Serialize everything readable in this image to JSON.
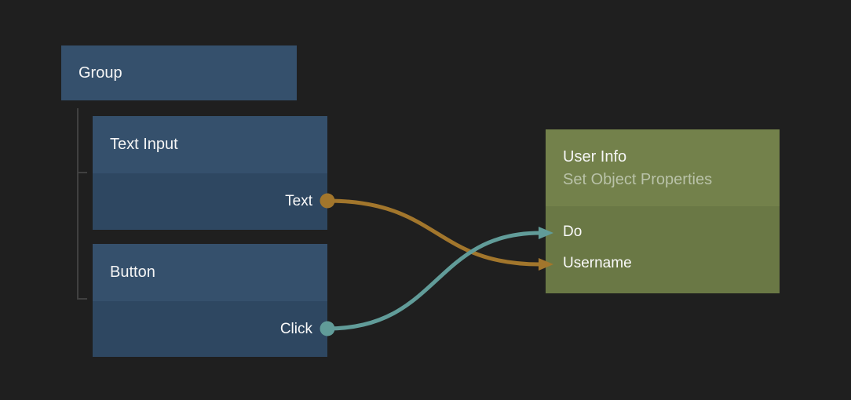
{
  "canvas": {
    "background": "#1f1f1f"
  },
  "colors": {
    "blue_header": "#35506c",
    "blue_body": "#2e4761",
    "olive_header": "#73814b",
    "olive_body": "#6a7845",
    "wire_orange": "#a2762c",
    "wire_teal": "#619c99",
    "tree_line": "#404040",
    "title_text": "#f5f5f5",
    "subtitle_text": "#b9c2a8"
  },
  "graph": {
    "group": {
      "label": "Group"
    },
    "nodes": {
      "text_input": {
        "title": "Text Input",
        "outputs": [
          {
            "label": "Text",
            "color": "#a2762c"
          }
        ]
      },
      "button": {
        "title": "Button",
        "outputs": [
          {
            "label": "Click",
            "color": "#619c99"
          }
        ]
      },
      "user_info": {
        "title": "User Info",
        "subtitle": "Set Object Properties",
        "inputs": [
          {
            "label": "Do",
            "color": "#619c99"
          },
          {
            "label": "Username",
            "color": "#a2762c"
          }
        ]
      }
    },
    "connections": [
      {
        "from": "Text Input / Text",
        "to": "User Info / Username",
        "color": "#a2762c"
      },
      {
        "from": "Button / Click",
        "to": "User Info / Do",
        "color": "#619c99"
      }
    ]
  }
}
